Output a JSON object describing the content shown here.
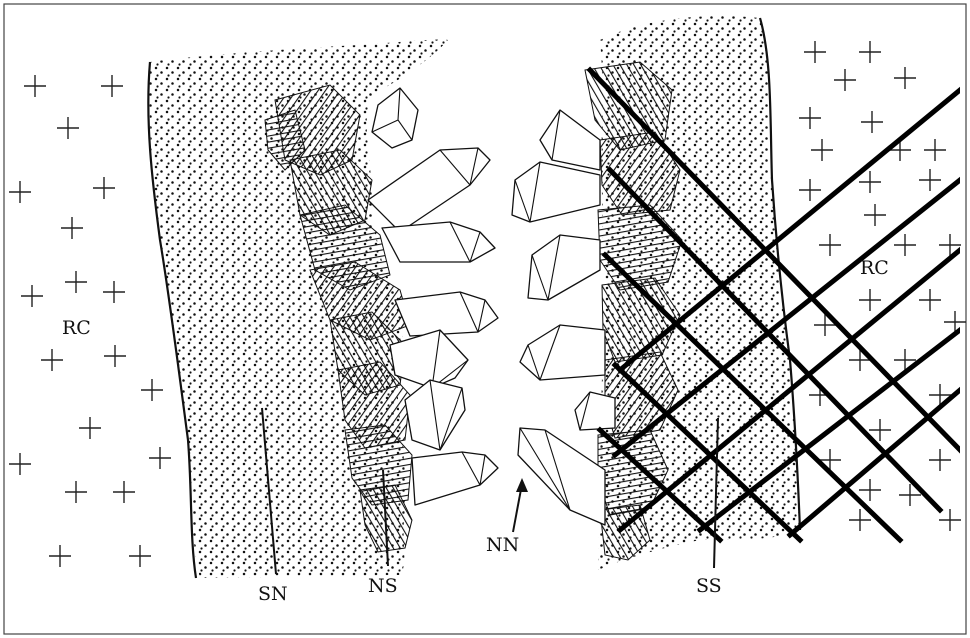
{
  "labels": {
    "rc_left": "RC",
    "rc_right": "RC",
    "sn": "SN",
    "ns": "NS",
    "nn": "NN",
    "ss": "SS"
  }
}
